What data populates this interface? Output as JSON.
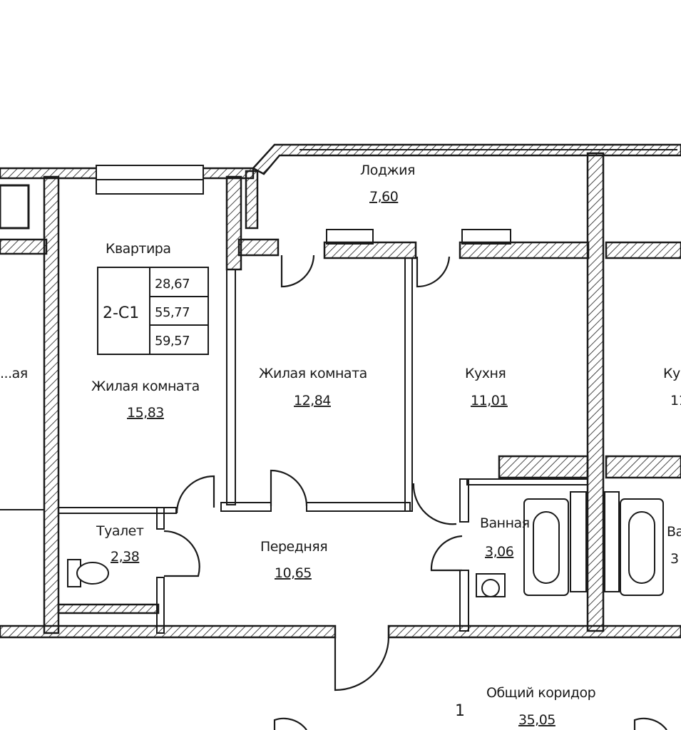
{
  "apartment": {
    "heading": "Квартира",
    "code": "2-С1",
    "areas": [
      "28,67",
      "55,77",
      "59,57"
    ]
  },
  "rooms": {
    "loggia": {
      "name": "Лоджия",
      "area": "7,60"
    },
    "living1": {
      "name": "Жилая комната",
      "area": "15,83"
    },
    "living2": {
      "name": "Жилая комната",
      "area": "12,84"
    },
    "kitchen": {
      "name": "Кухня",
      "area": "11,01"
    },
    "toilet": {
      "name": "Туалет",
      "area": "2,38"
    },
    "hall": {
      "name": "Передняя",
      "area": "10,65"
    },
    "bath": {
      "name": "Ванная",
      "area": "3,06"
    },
    "corridor": {
      "name": "Общий коридор",
      "area": "35,05"
    },
    "left_partial": {
      "name": "...ая"
    },
    "right_kitchen_partial": {
      "name": "Ку",
      "area": "11"
    },
    "right_bath_partial": {
      "name": "Ва",
      "area": "3"
    }
  },
  "corridor_marker": "1"
}
